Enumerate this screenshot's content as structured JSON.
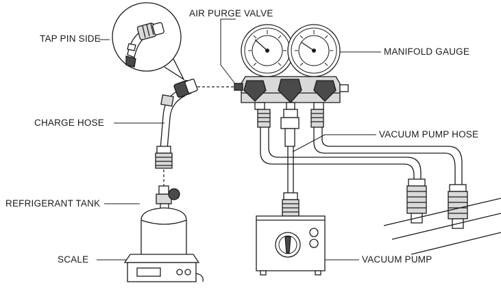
{
  "labels": {
    "tap_pin_side": "TAP PIN SIDE",
    "air_purge_valve": "AIR PURGE VALVE",
    "manifold_gauge": "MANIFOLD GAUGE",
    "charge_hose": "CHARGE HOSE",
    "vacuum_pump_hose": "VACUUM PUMP HOSE",
    "refrigerant_tank": "REFRIGERANT TANK",
    "scale": "SCALE",
    "vacuum_pump": "VACUUM PUMP"
  },
  "colors": {
    "line": "#1a1a1a",
    "fill_light": "#d9d9d9",
    "fill_dark": "#4a4a4a",
    "background": "#ffffff"
  }
}
